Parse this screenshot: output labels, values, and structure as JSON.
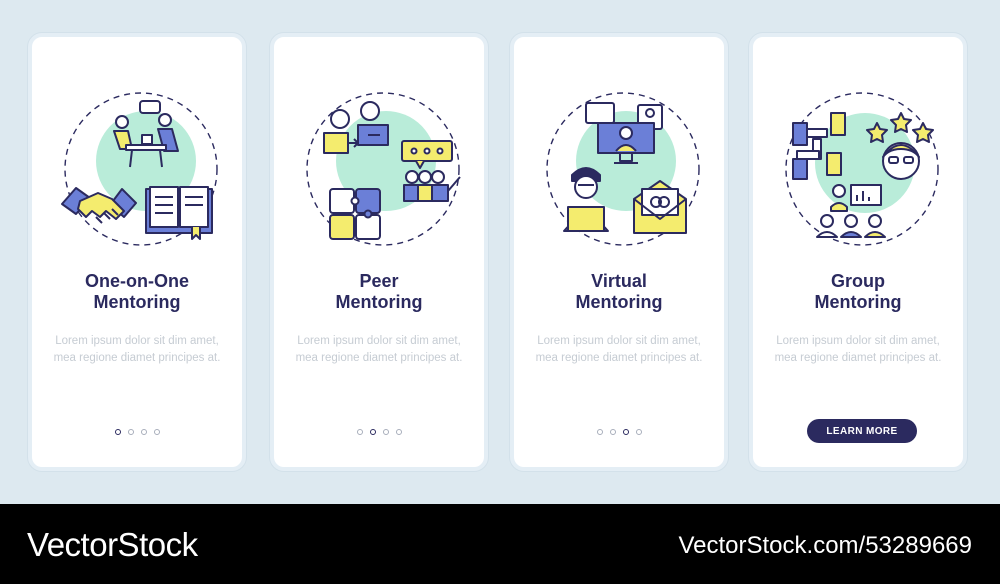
{
  "cards": [
    {
      "title_line1": "One-on-One",
      "title_line2": "Mentoring",
      "description": "Lorem ipsum dolor sit dim amet, mea regione diamet principes at.",
      "active_dot": 0,
      "icons": [
        "mentor-meeting-icon",
        "handshake-icon",
        "open-book-icon"
      ]
    },
    {
      "title_line1": "Peer",
      "title_line2": "Mentoring",
      "description": "Lorem ipsum dolor sit dim amet, mea regione diamet principes at.",
      "active_dot": 1,
      "icons": [
        "peer-chat-icon",
        "puzzle-icon",
        "speech-group-icon"
      ]
    },
    {
      "title_line1": "Virtual",
      "title_line2": "Mentoring",
      "description": "Lorem ipsum dolor sit dim amet, mea regione diamet principes at.",
      "active_dot": 2,
      "icons": [
        "video-call-icon",
        "laptop-user-icon",
        "envelope-icon"
      ]
    },
    {
      "title_line1": "Group",
      "title_line2": "Mentoring",
      "description": "Lorem ipsum dolor sit dim amet, mea regione diamet principes at.",
      "button_label": "LEARN MORE",
      "icons": [
        "hands-together-icon",
        "star-person-icon",
        "presentation-group-icon"
      ]
    }
  ],
  "pagination": {
    "total": 4
  },
  "footer": {
    "logo_text": "VectorStock",
    "url_text": "VectorStock.com/53289669"
  },
  "colors": {
    "title": "#2b2a5f",
    "accent_yellow": "#f4ec6e",
    "accent_blue": "#6b7fd7",
    "accent_mint": "#b9ecd9",
    "button": "#2b2a5f"
  }
}
